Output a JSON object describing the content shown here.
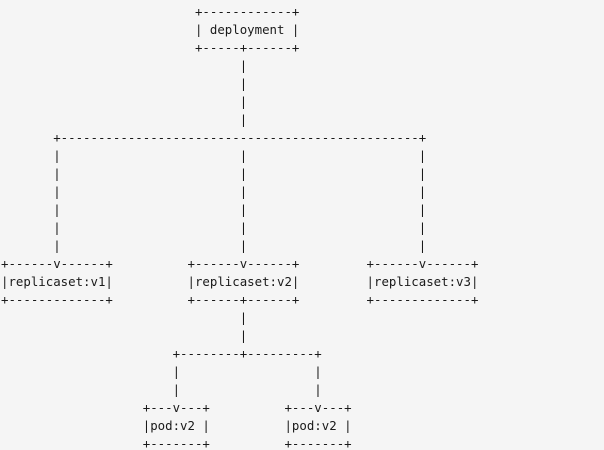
{
  "screen": {
    "background_color": "#f5f5f5",
    "text_color": "#1a1a1a"
  },
  "diagram": {
    "kind": "ascii-tree",
    "nodes": {
      "root": "deployment",
      "replicasets": [
        "replicaset:v1",
        "replicaset:v2",
        "replicaset:v3"
      ],
      "pods": [
        "pod:v2",
        "pod:v2"
      ]
    },
    "lines": [
      "                          +------------+",
      "                          | deployment |",
      "                          +-----+------+",
      "                                |",
      "                                |",
      "                                |",
      "                                |",
      "       +------------------------------------------------+",
      "       |                        |                       |",
      "       |                        |                       |",
      "       |                        |                       |",
      "       |                        |                       |",
      "       |                        |                       |",
      "       |                        |                       |",
      "+------v------+          +------v------+         +------v------+",
      "|replicaset:v1|          |replicaset:v2|         |replicaset:v3|",
      "+-------------+          +------+------+         +-------------+",
      "                                |",
      "                                |",
      "                       +--------+---------+",
      "                       |                  |",
      "                       |                  |",
      "                   +---v---+          +---v---+",
      "                   |pod:v2 |          |pod:v2 |",
      "                   +-------+          +-------+"
    ]
  }
}
